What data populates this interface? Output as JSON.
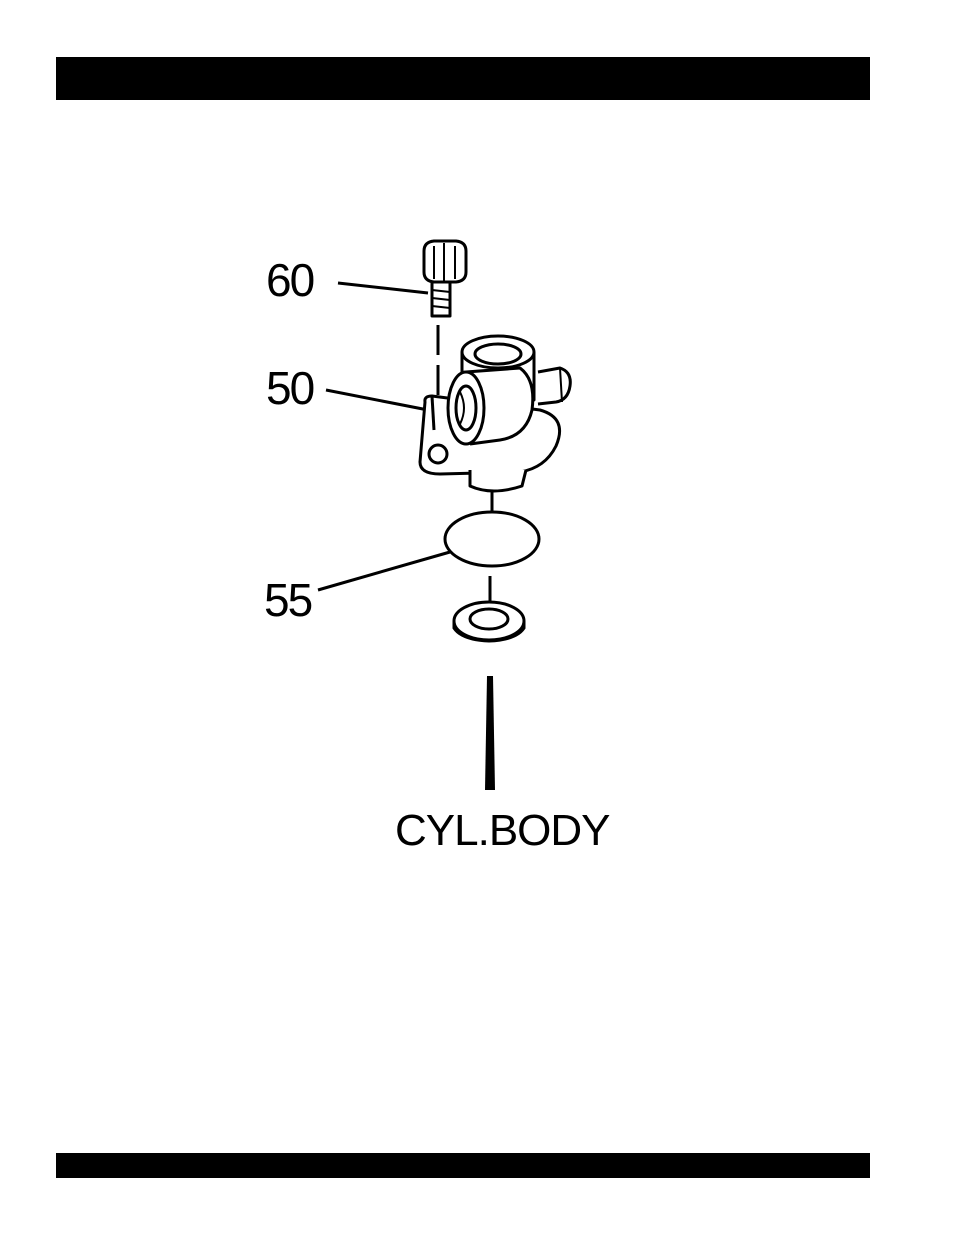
{
  "callouts": {
    "part_60": "60",
    "part_50": "50",
    "part_55": "55"
  },
  "reference_label": "CYL.BODY",
  "colors": {
    "ink": "#000000",
    "paper": "#ffffff"
  }
}
